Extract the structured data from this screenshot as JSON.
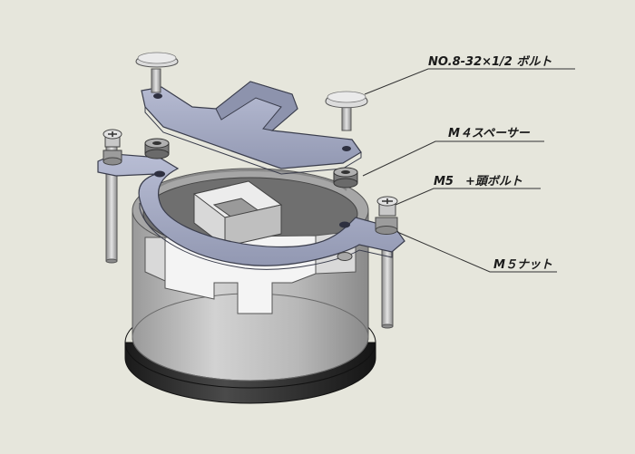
{
  "diagram": {
    "callouts": [
      {
        "id": "bolt-no8",
        "text": "NO.8-32×1/2 ボルト"
      },
      {
        "id": "spacer-m4",
        "text": "M４スペーサー"
      },
      {
        "id": "bolt-m5",
        "text": "M5　+頭ボルト"
      },
      {
        "id": "nut-m5",
        "text": "M５ナット"
      }
    ]
  },
  "colors": {
    "background": "#e6e6dc",
    "bracket": "#a7acc4",
    "bracket_edge": "#3a3d4c",
    "housing": "#bdbdbd",
    "housing_dark": "#8f8f8f",
    "base_ring": "#2b2b2b",
    "hardware": "#cfd0d0",
    "leader_line": "#333333"
  },
  "icons": [
    "phillips-head-icon"
  ]
}
